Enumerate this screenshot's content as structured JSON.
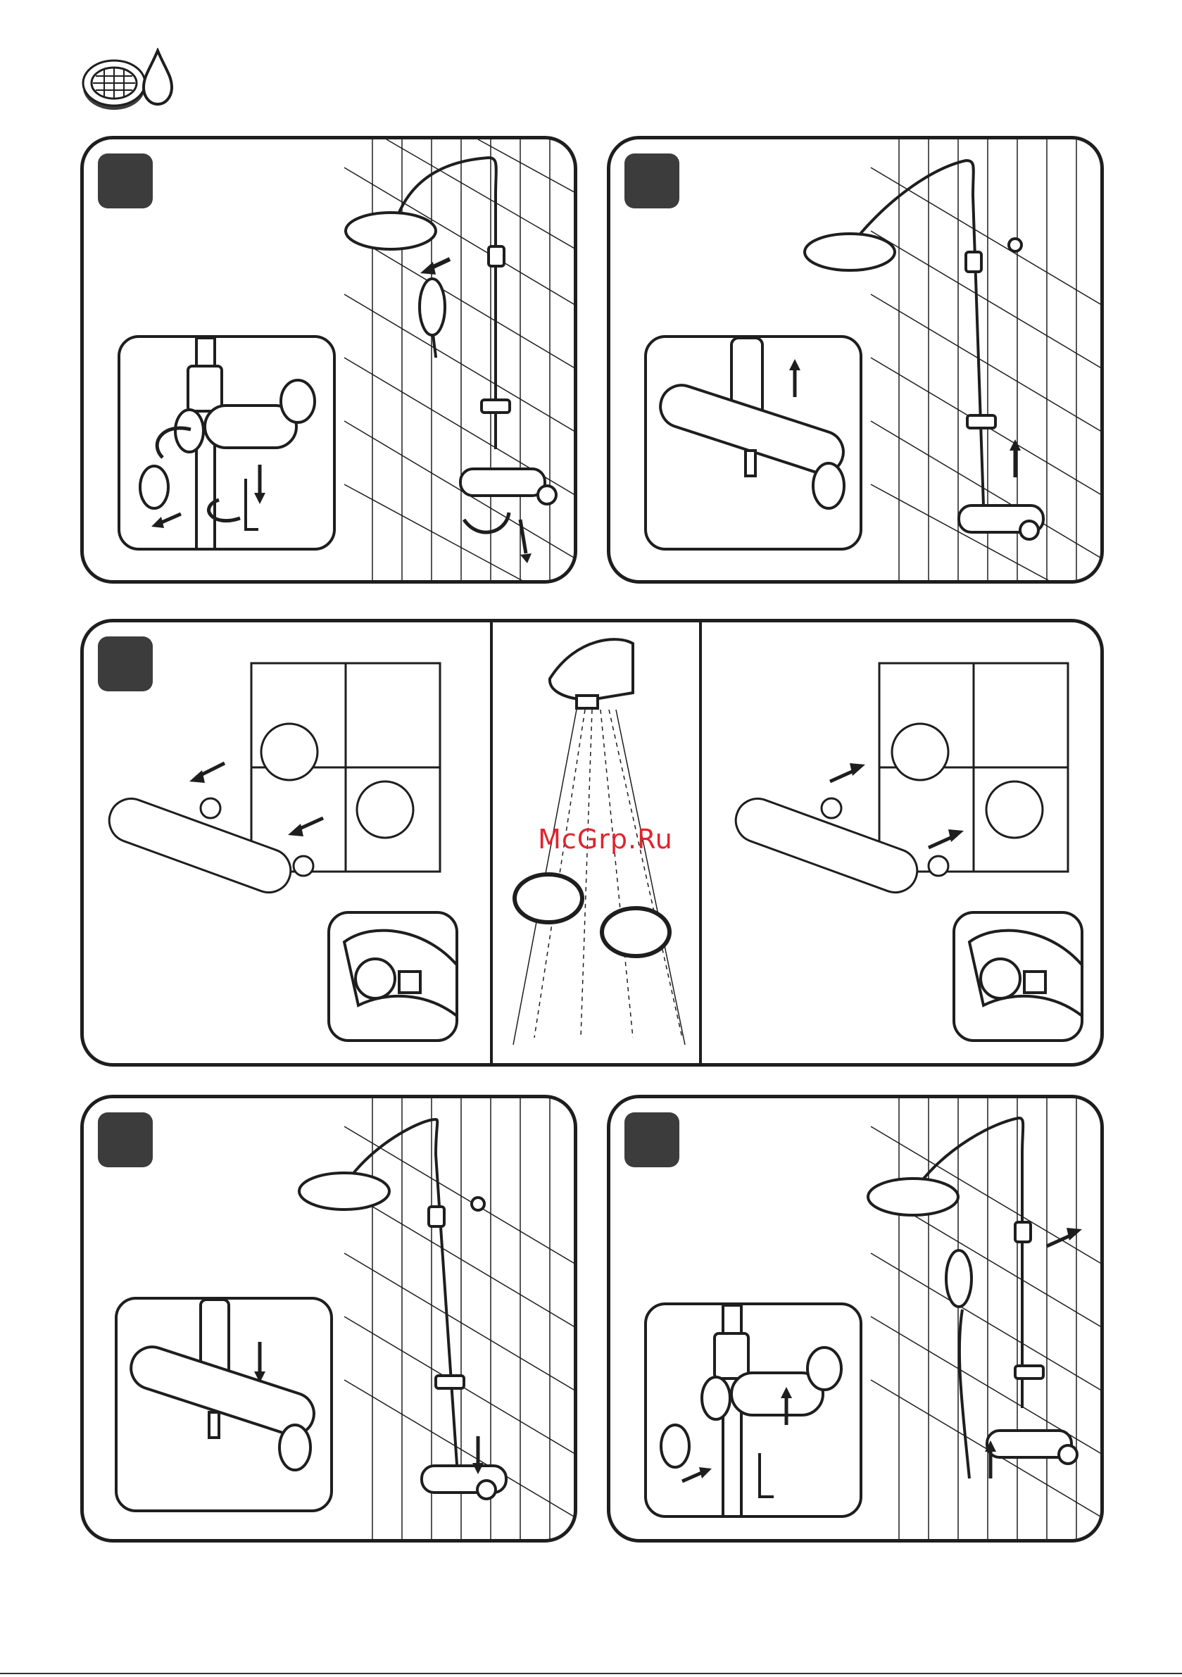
{
  "header": {
    "icon": "filter-water-icon"
  },
  "watermark": {
    "text": "McGrp.Ru",
    "color": "#e0242b"
  },
  "colors": {
    "outline": "#1e1e1e",
    "badge": "#3c3c3c",
    "background": "#ffffff"
  },
  "panels": [
    {
      "id": "step-1",
      "content": "remove-handles-and-shower-icon"
    },
    {
      "id": "step-2",
      "content": "detach-thermostat-icon"
    },
    {
      "id": "step-3",
      "content": "clean-filters-icon"
    },
    {
      "id": "step-4",
      "content": "reattach-thermostat-icon"
    },
    {
      "id": "step-5",
      "content": "reassemble-handles-and-shower-icon"
    }
  ]
}
